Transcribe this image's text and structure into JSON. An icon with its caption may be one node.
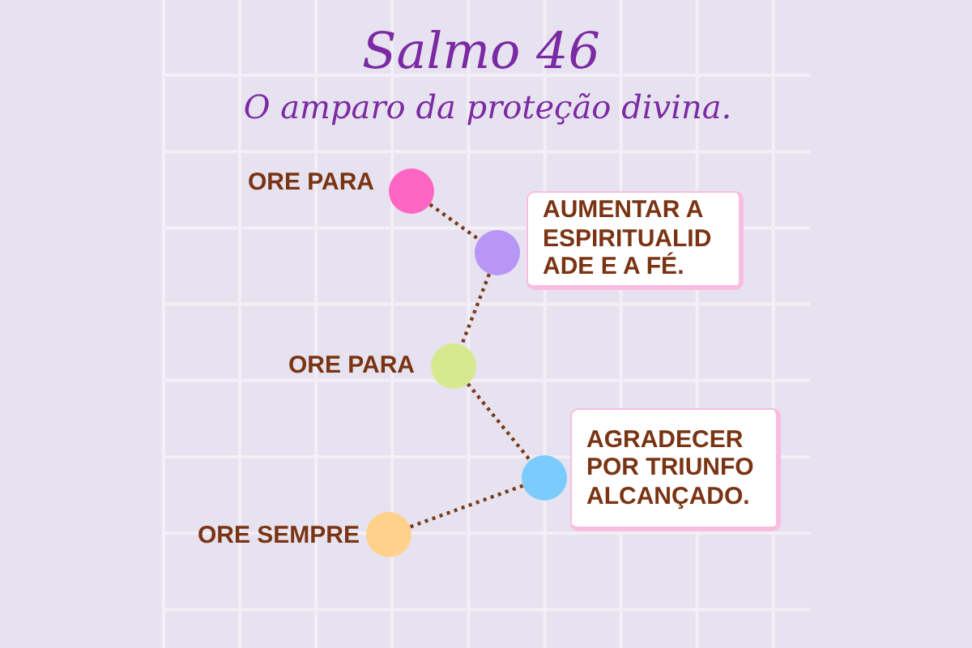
{
  "diagram": {
    "title": "Salmo 46",
    "nodes": [
      {
        "text": [],
        "shape": "circle",
        "beside": [
          "ORE PARA"
        ]
      },
      {
        "text": [],
        "shape": "circle"
      },
      {
        "text": [
          "AUMENTAR A ESPIRITUALID ADE E A FÉ."
        ]
      },
      {
        "text": [],
        "shape": "circle",
        "beside": [
          "ORE PARA"
        ]
      },
      {
        "text": [],
        "shape": "circle"
      },
      {
        "text": [
          "AGRADECER POR TRIUNFO ALCANÇADO."
        ]
      },
      {
        "text": [],
        "shape": "circle",
        "beside": [
          "ORE SEMPRE"
        ]
      }
    ],
    "edges": [
      {
        "from": 0,
        "to": 1,
        "arrow": "none",
        "style": "dashed"
      },
      {
        "from": 1,
        "to": 3,
        "arrow": "none",
        "style": "dashed"
      },
      {
        "from": 3,
        "to": 4,
        "arrow": "none",
        "style": "dashed"
      },
      {
        "from": 4,
        "to": 6,
        "arrow": "none",
        "style": "dashed"
      }
    ],
    "labels": [
      "O amparo da proteção divina."
    ]
  }
}
